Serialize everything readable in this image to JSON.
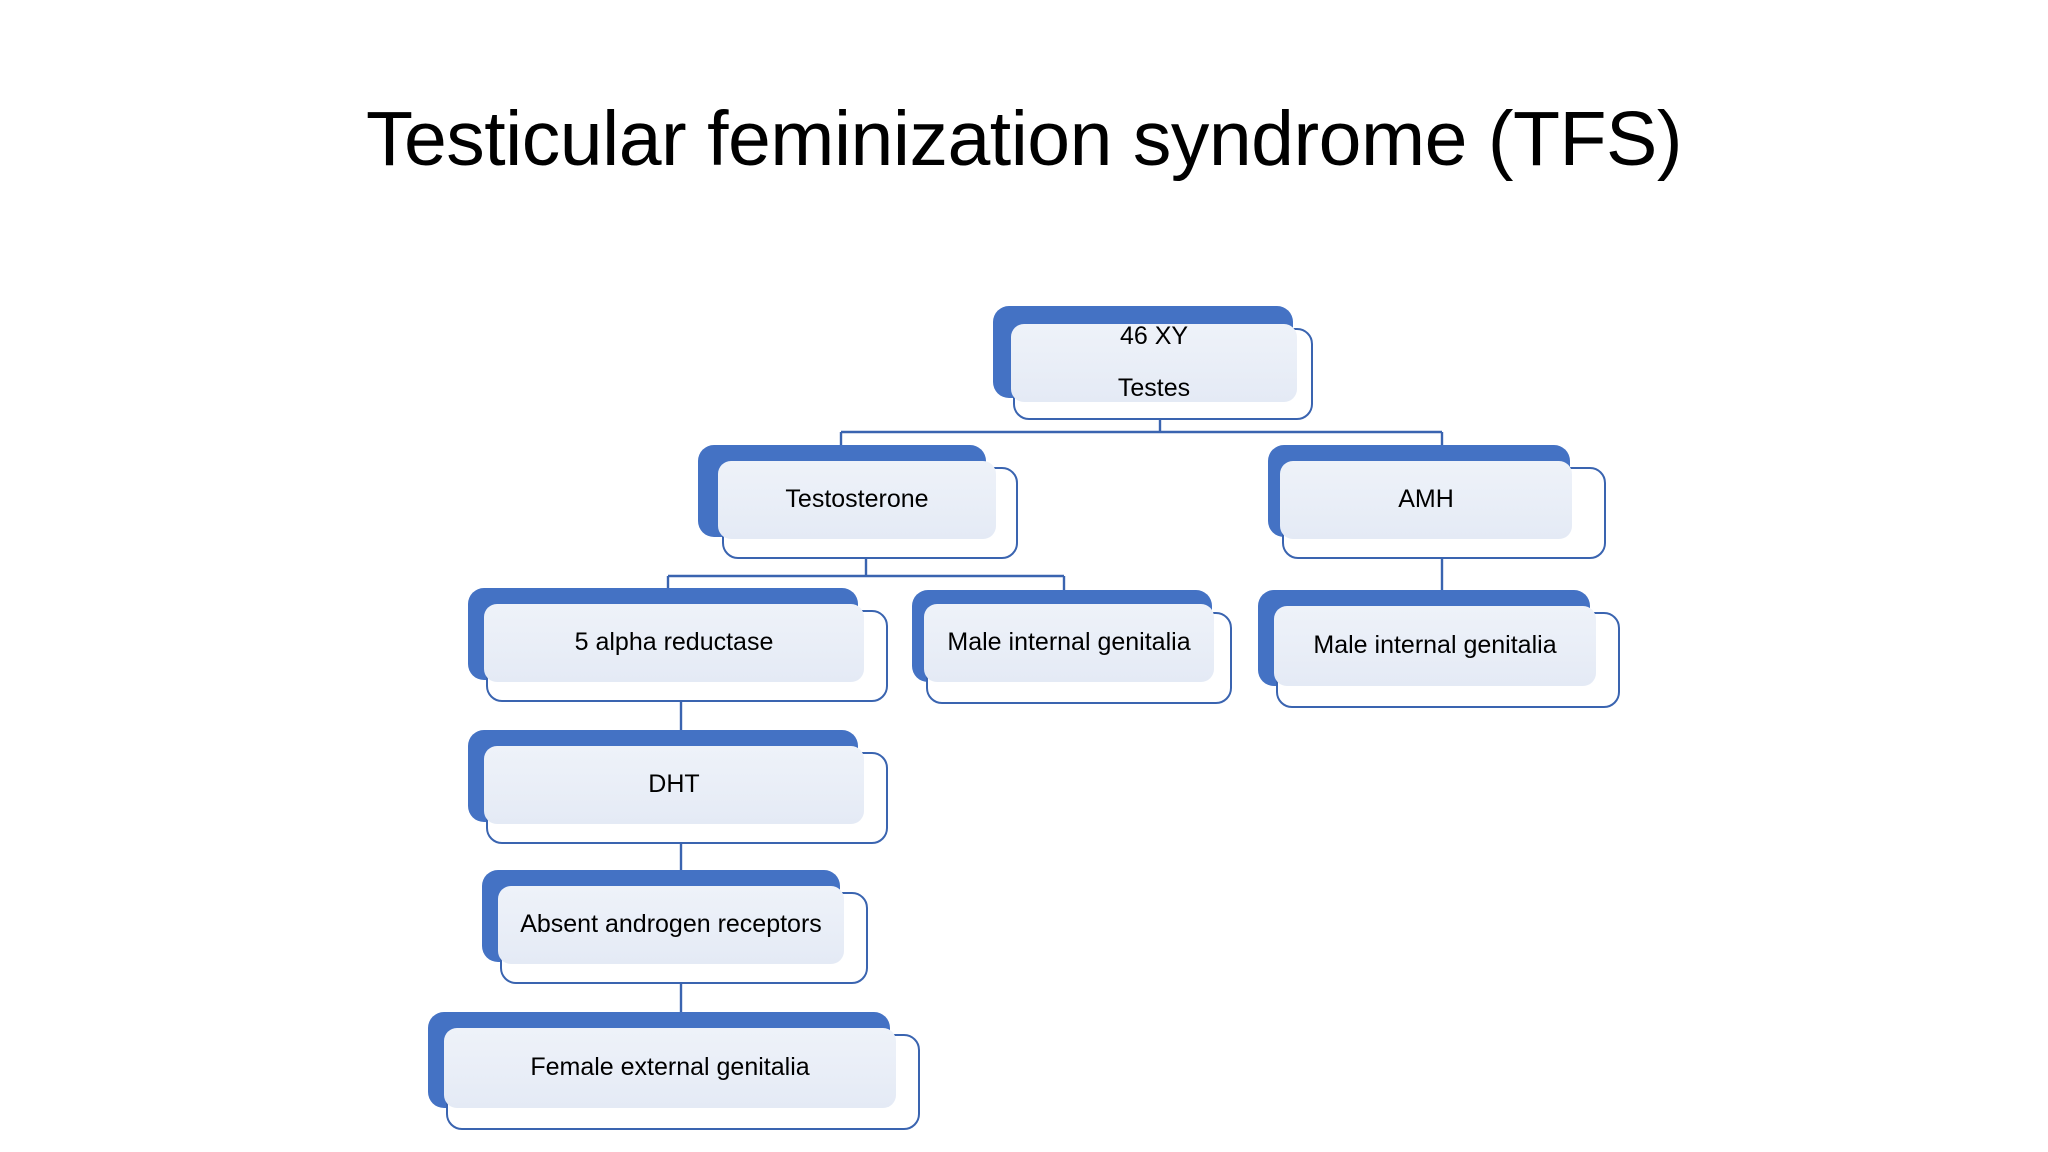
{
  "slide": {
    "title": "Testicular feminization syndrome (TFS)",
    "background_color": "#ffffff"
  },
  "theme": {
    "accent_blue": "#4472C4",
    "outline_blue": "#3A64B0",
    "face_fill": "#EAEFF8",
    "connector_color": "#3A64B0",
    "text_color": "#000000"
  },
  "diagram": {
    "type": "flowchart",
    "nodes": [
      {
        "id": "n1",
        "lines": [
          "46 XY",
          "Testes"
        ]
      },
      {
        "id": "n2",
        "lines": [
          "Testosterone"
        ]
      },
      {
        "id": "n3",
        "lines": [
          "AMH"
        ]
      },
      {
        "id": "n4",
        "lines": [
          "5 alpha reductase"
        ]
      },
      {
        "id": "n5",
        "lines": [
          "Male internal genitalia"
        ]
      },
      {
        "id": "n6",
        "lines": [
          "Male internal genitalia"
        ]
      },
      {
        "id": "n7",
        "lines": [
          "DHT"
        ]
      },
      {
        "id": "n8",
        "lines": [
          "Absent androgen receptors"
        ]
      },
      {
        "id": "n9",
        "lines": [
          "Female external genitalia"
        ]
      }
    ],
    "edges": [
      {
        "from": "n1",
        "to": "n2"
      },
      {
        "from": "n1",
        "to": "n3"
      },
      {
        "from": "n2",
        "to": "n4"
      },
      {
        "from": "n2",
        "to": "n5"
      },
      {
        "from": "n3",
        "to": "n6"
      },
      {
        "from": "n4",
        "to": "n7"
      },
      {
        "from": "n7",
        "to": "n8"
      },
      {
        "from": "n8",
        "to": "n9"
      }
    ]
  }
}
